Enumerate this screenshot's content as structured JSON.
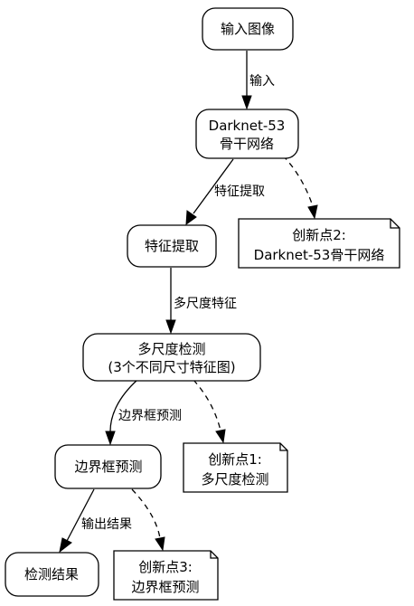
{
  "nodes": {
    "input_image": "输入图像",
    "backbone_line1": "Darknet-53",
    "backbone_line2": "骨干网络",
    "feature_extraction": "特征提取",
    "multiscale_line1": "多尺度检测",
    "multiscale_line2": "(3个不同尺寸特征图)",
    "bbox_prediction": "边界框预测",
    "detection_result": "检测结果"
  },
  "notes": {
    "note2_line1": "创新点2:",
    "note2_line2": "Darknet-53骨干网络",
    "note1_line1": "创新点1:",
    "note1_line2": "多尺度检测",
    "note3_line1": "创新点3:",
    "note3_line2": "边界框预测"
  },
  "edges": {
    "input": "输入",
    "feature_extraction": "特征提取",
    "multiscale_features": "多尺度特征",
    "bbox_prediction": "边界框预测",
    "output_result": "输出结果"
  }
}
